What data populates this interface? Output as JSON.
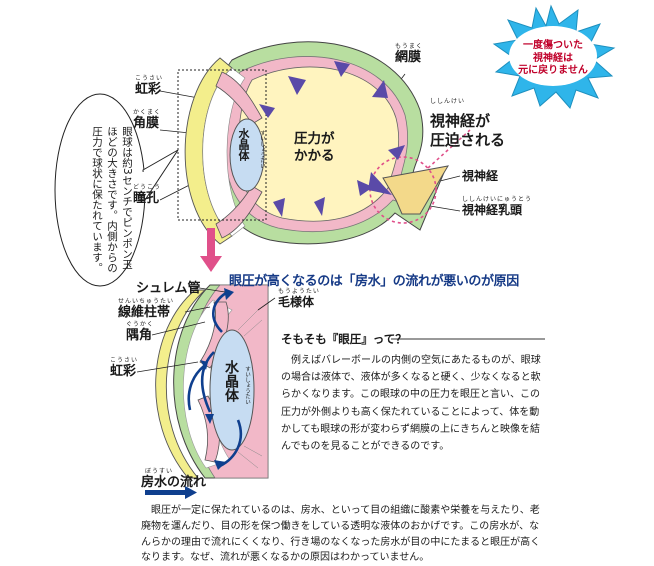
{
  "badge": {
    "line1": "一度傷ついた",
    "line2": "視神経は",
    "line3": "元に戻りません"
  },
  "labels": {
    "kosai_top": "虹彩",
    "kosai_top_ruby": "こうさい",
    "kakumaku": "角膜",
    "kakumaku_ruby": "かくまく",
    "doukou": "瞳孔",
    "doukou_ruby": "どうこう",
    "suishoutai_top": "水晶体",
    "suishoutai_top_ruby": "すいしょうたい",
    "moumaku": "網膜",
    "moumaku_ruby": "もうまく",
    "atsuryoku_line1": "圧力が",
    "atsuryoku_line2": "かかる",
    "shishinkei_pressed_line1": "視神経が",
    "shishinkei_pressed_line2": "圧迫される",
    "shishinkei_pressed_ruby": "ししんけい",
    "shishinkei": "視神経",
    "shishinkei_nyutou": "視神経乳頭",
    "shishinkei_nyutou_ruby": "ししんけいにゅうとう",
    "schlemm": "シュレム管",
    "sen_i_chutai": "線維柱帯",
    "sen_i_chutai_ruby": "せんいちゅうたい",
    "guukaku": "隅角",
    "guukaku_ruby": "ぐうかく",
    "kosai_bottom": "虹彩",
    "kosai_bottom_ruby": "こうさい",
    "mouyoutai": "毛様体",
    "mouyoutai_ruby": "もうようたい",
    "suishoutai_bottom": "水晶体",
    "suishoutai_bottom_ruby": "すいしょうたい",
    "bousui_flow": "房水の流れ",
    "bousui_flow_ruby": "ぼうすい"
  },
  "note": "眼球は約3センチでピンポン玉ほどの大きさです。内側からの圧力で球状に保たれています。",
  "cause_heading": "眼圧が高くなるのは「房水」の流れが悪いのが原因",
  "section": {
    "title": "そもそも『眼圧』って？",
    "body": "例えばバレーボールの内側の空気にあたるものが、眼球の場合は液体で、液体が多くなると硬く、少なくなると軟らかくなります。この眼球の中の圧力を眼圧と言い、この圧力が外側よりも高く保たれていることによって、体を動かしても眼球の形が変わらず網膜の上にきちんと映像を結んでものを見ることができるのです。"
  },
  "footer": "眼圧が一定に保たれているのは、房水、といって目の組織に酸素や栄養を与えたり、老廃物を運んだり、目の形を保つ働きをしている透明な液体のおかげです。この房水が、なんらかの理由で流れにくくなり、行き場のなくなった房水が目の中にたまると眼圧が高くなります。なぜ、流れが悪くなるかの原因はわかっていません。",
  "colors": {
    "sclera": "#b8dea0",
    "iris": "#f2b8c8",
    "cornea": "#f3ee8c",
    "vitreous": "#fff4bf",
    "lens": "#c6dcf2",
    "arrow": "#5a4aa8",
    "flow": "#0f3f8e",
    "accent": "#e0508a",
    "badge_bg": "#2fb5ea"
  }
}
